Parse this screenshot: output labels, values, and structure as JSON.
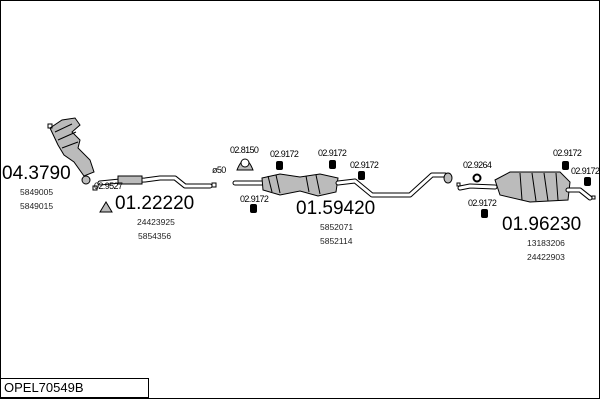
{
  "diagram": {
    "code": "OPEL70549B",
    "parts": [
      {
        "id": "04.3790",
        "refs": [
          "5849005",
          "5849015"
        ]
      },
      {
        "id": "01.22220",
        "refs": [
          "24423925",
          "5854356"
        ]
      },
      {
        "id": "01.59420",
        "refs": [
          "5852071",
          "5852114"
        ]
      },
      {
        "id": "01.96230",
        "refs": [
          "13183206",
          "24422903"
        ]
      }
    ],
    "accessories": {
      "gasket_front": "02.9527",
      "diameter": "ø50",
      "clamp": "02.8150",
      "hanger_a": "02.9172",
      "hanger_b": "02.9172",
      "hanger_c": "02.9172",
      "hanger_d": "02.9172",
      "ring": "02.9264",
      "hanger_e": "02.9172",
      "hanger_f": "02.9172",
      "hanger_g": "02.9172"
    }
  }
}
